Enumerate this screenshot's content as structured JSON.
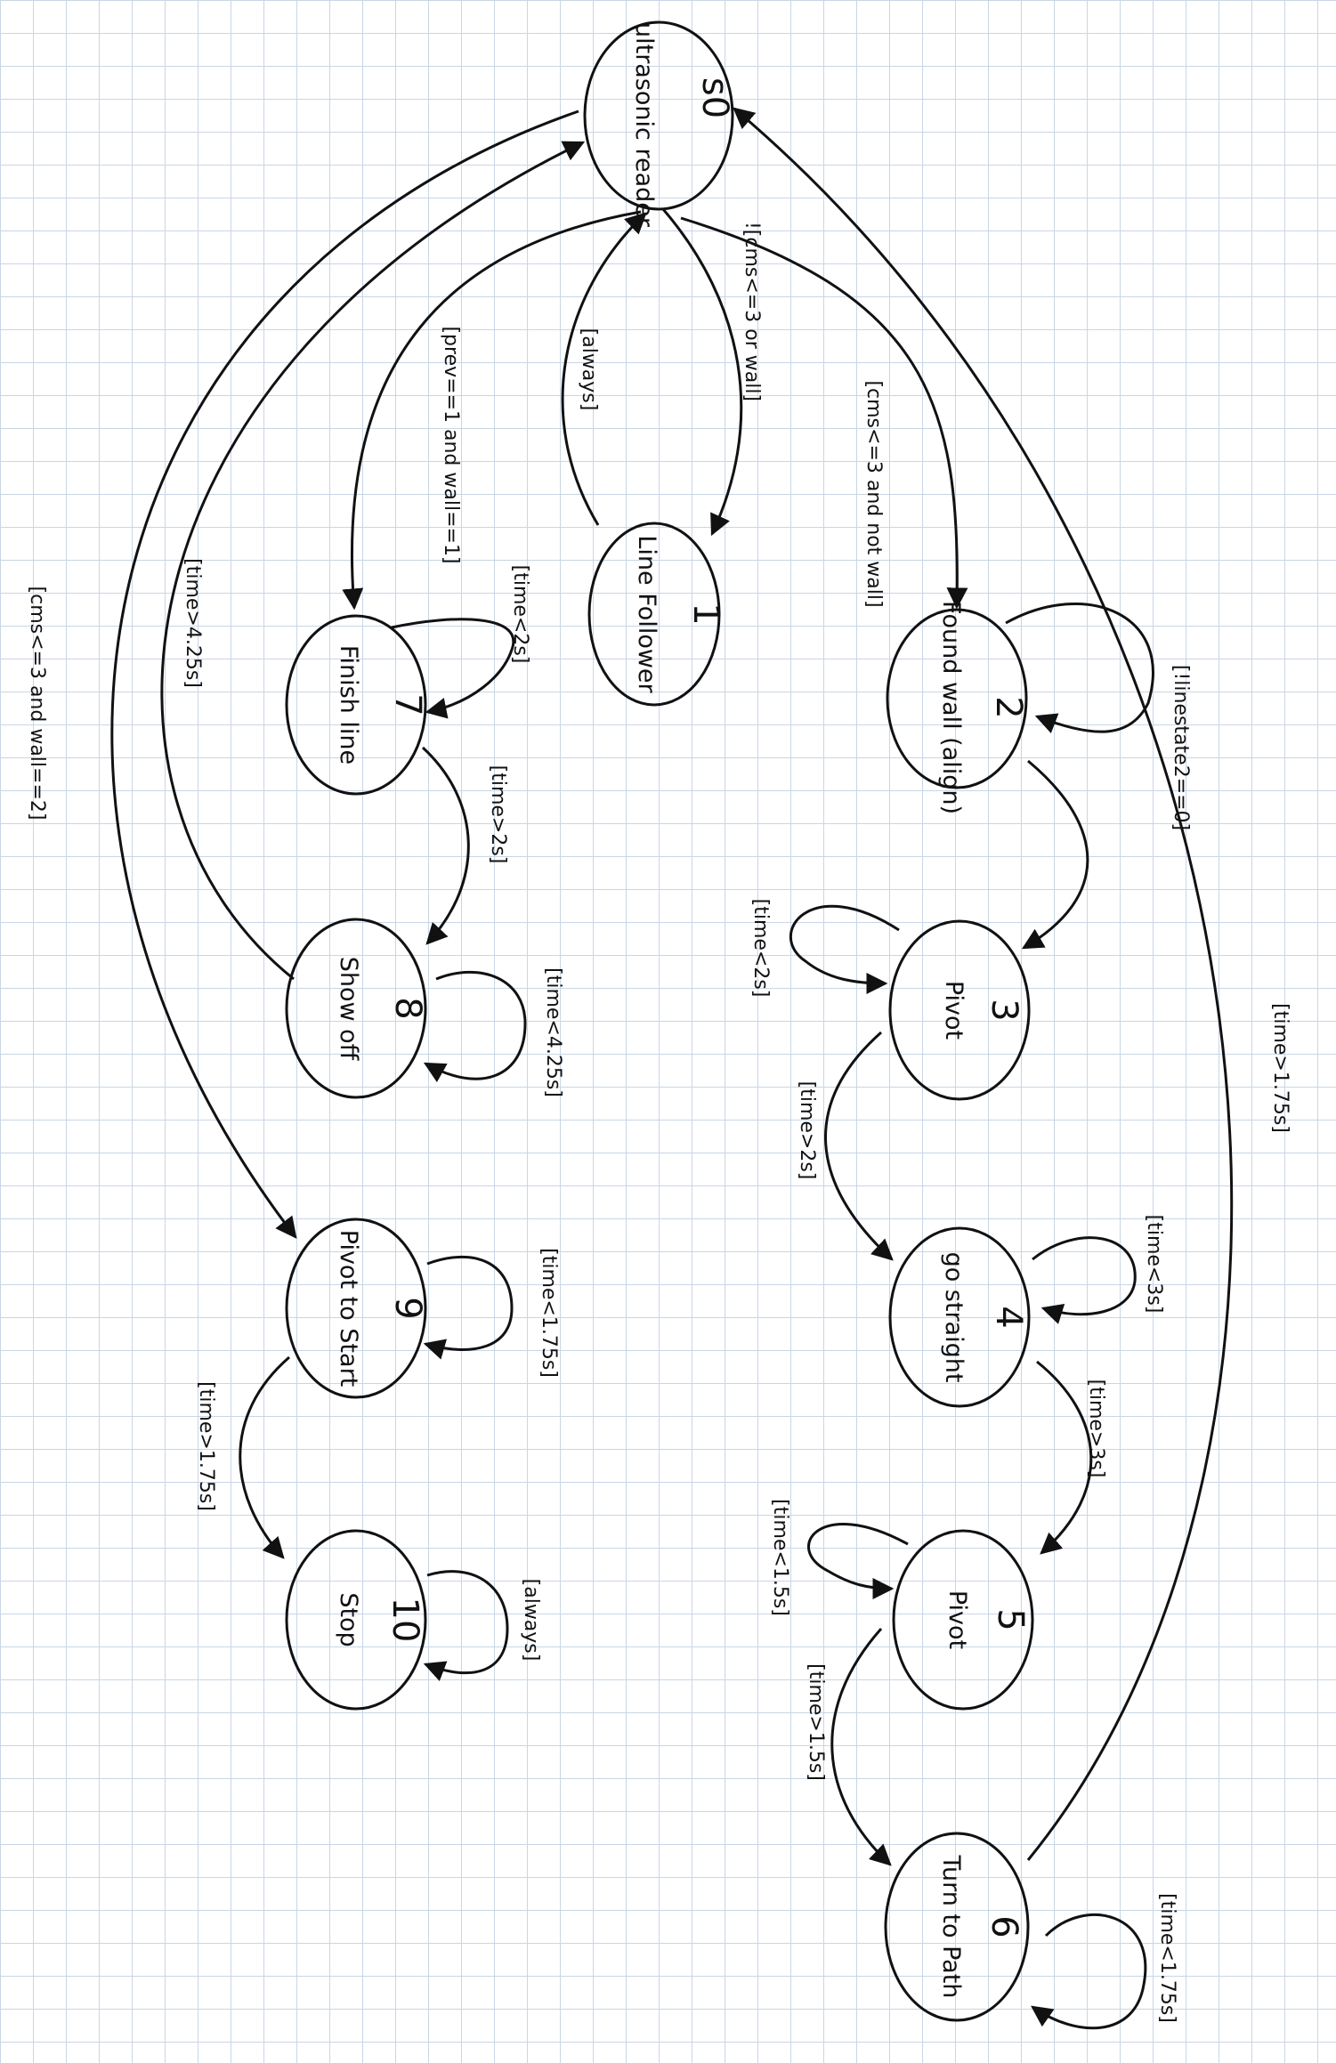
{
  "states": [
    {
      "id": "s0",
      "number": "s0",
      "name": "ultrasonic reader"
    },
    {
      "id": "s1",
      "number": "1",
      "name": "Line Follower"
    },
    {
      "id": "s2",
      "number": "2",
      "name": "Found wall (align)"
    },
    {
      "id": "s3",
      "number": "3",
      "name": "Pivot"
    },
    {
      "id": "s4",
      "number": "4",
      "name": "go straight"
    },
    {
      "id": "s5",
      "number": "5",
      "name": "Pivot"
    },
    {
      "id": "s6",
      "number": "6",
      "name": "Turn to Path"
    },
    {
      "id": "s7",
      "number": "7",
      "name": "Finish line"
    },
    {
      "id": "s8",
      "number": "8",
      "name": "Show off"
    },
    {
      "id": "s9",
      "number": "9",
      "name": "Pivot to Start"
    },
    {
      "id": "s10",
      "number": "10",
      "name": "Stop"
    }
  ],
  "transitions": [
    {
      "from": "s0",
      "to": "s1",
      "label": "![cms<=3 or wall]"
    },
    {
      "from": "s1",
      "to": "s0",
      "label": "[always]"
    },
    {
      "from": "s0",
      "to": "s2",
      "label": "[cms<=3 and not wall]"
    },
    {
      "from": "s2",
      "to": "s2",
      "label": "[!linestate2==0]"
    },
    {
      "from": "s2",
      "to": "s3",
      "label": ""
    },
    {
      "from": "s3",
      "to": "s3",
      "label": "[time<2s]"
    },
    {
      "from": "s3",
      "to": "s4",
      "label": "[time>2s]"
    },
    {
      "from": "s4",
      "to": "s4",
      "label": "[time<3s]"
    },
    {
      "from": "s4",
      "to": "s5",
      "label": "[time>3s]"
    },
    {
      "from": "s5",
      "to": "s5",
      "label": "[time<1.5s]"
    },
    {
      "from": "s5",
      "to": "s6",
      "label": "[time>1.5s]"
    },
    {
      "from": "s6",
      "to": "s6",
      "label": "[time<1.75s]"
    },
    {
      "from": "s6",
      "to": "s0",
      "label": "[time>1.75s]"
    },
    {
      "from": "s0",
      "to": "s7",
      "label": "[prev==1 and wall==1]"
    },
    {
      "from": "s7",
      "to": "s7",
      "label": "[time<2s]"
    },
    {
      "from": "s7",
      "to": "s8",
      "label": "[time>2s]"
    },
    {
      "from": "s8",
      "to": "s8",
      "label": "[time<4.25s]"
    },
    {
      "from": "s8",
      "to": "s0",
      "label": "[time>4.25s]"
    },
    {
      "from": "s0",
      "to": "s9",
      "label": "[cms<=3 and wall==2]"
    },
    {
      "from": "s9",
      "to": "s9",
      "label": "[time<1.75s]"
    },
    {
      "from": "s9",
      "to": "s10",
      "label": "[time>1.75s]"
    },
    {
      "from": "s10",
      "to": "s10",
      "label": "[always]"
    }
  ]
}
